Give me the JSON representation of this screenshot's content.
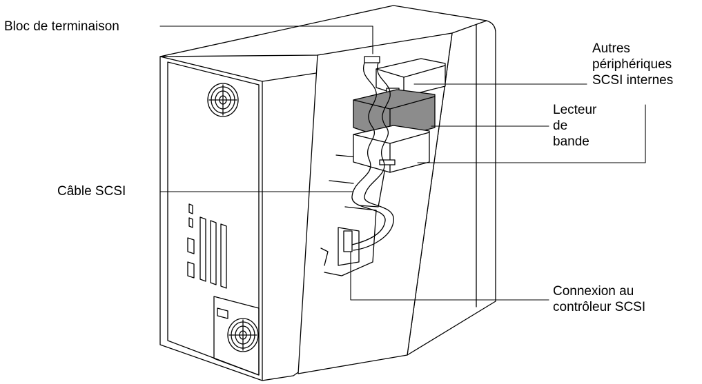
{
  "labels": {
    "terminator": "Bloc de terminaison",
    "other_devices": [
      "Autres",
      "périphériques",
      "SCSI internes"
    ],
    "tape_drive": [
      "Lecteur",
      "de",
      "bande"
    ],
    "scsi_cable": "Câble SCSI",
    "controller": [
      "Connexion au",
      "contrôleur SCSI"
    ]
  },
  "colors": {
    "line": "#000000",
    "background": "#ffffff",
    "tape_drive_fill": "#8c8c8c",
    "cutaway_fill": "#ffffff"
  }
}
